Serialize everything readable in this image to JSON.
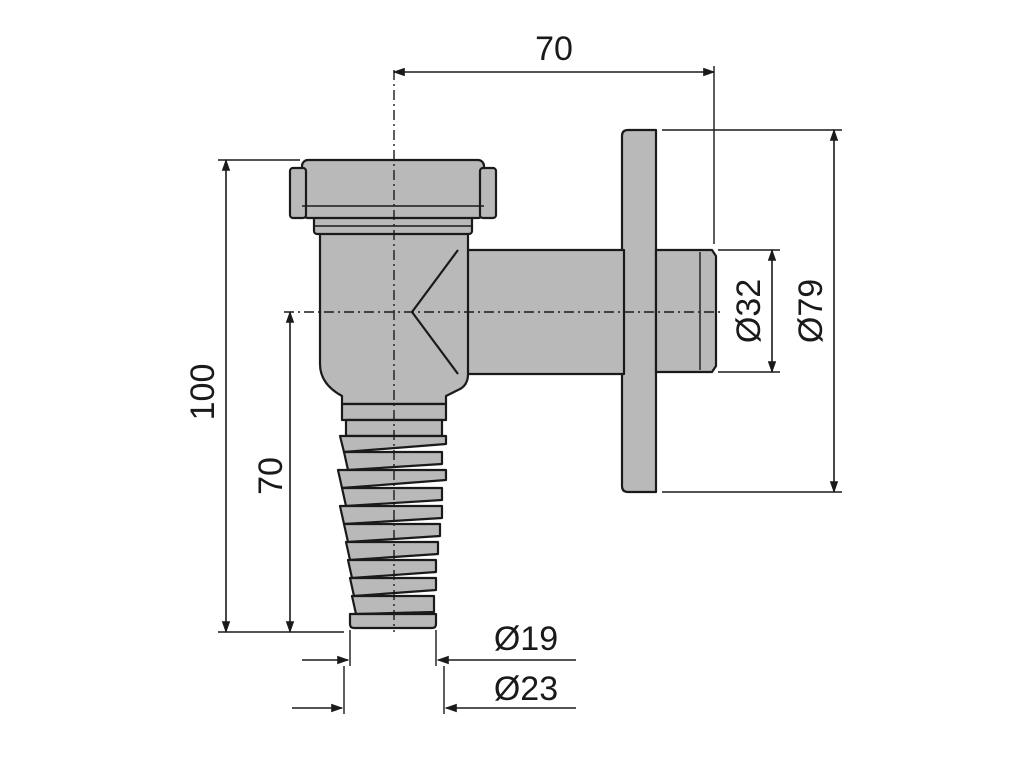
{
  "dimensions": {
    "top_width": "70",
    "height_total": "100",
    "height_outlet": "70",
    "dia_outlet": "Ø32",
    "dia_flange": "Ø79",
    "dia_hose_inner": "Ø19",
    "dia_hose_outer": "Ø23"
  },
  "colors": {
    "body_fill": "#b9b9b9",
    "outline": "#1a1a1a",
    "background": "#ffffff"
  }
}
